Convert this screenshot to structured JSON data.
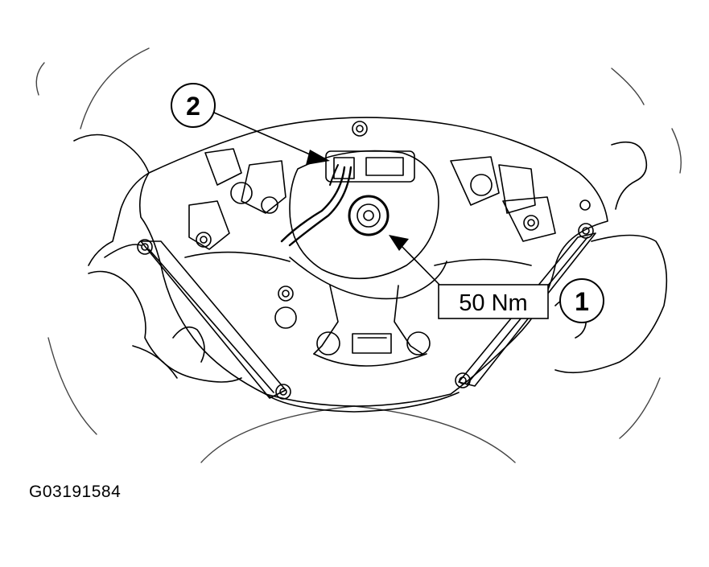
{
  "callouts": {
    "one": {
      "number": "1",
      "torque": "50 Nm"
    },
    "two": {
      "number": "2"
    }
  },
  "figure_id": "G03191584",
  "colors": {
    "line": "#000000",
    "light_line": "#555555",
    "background": "#ffffff"
  }
}
